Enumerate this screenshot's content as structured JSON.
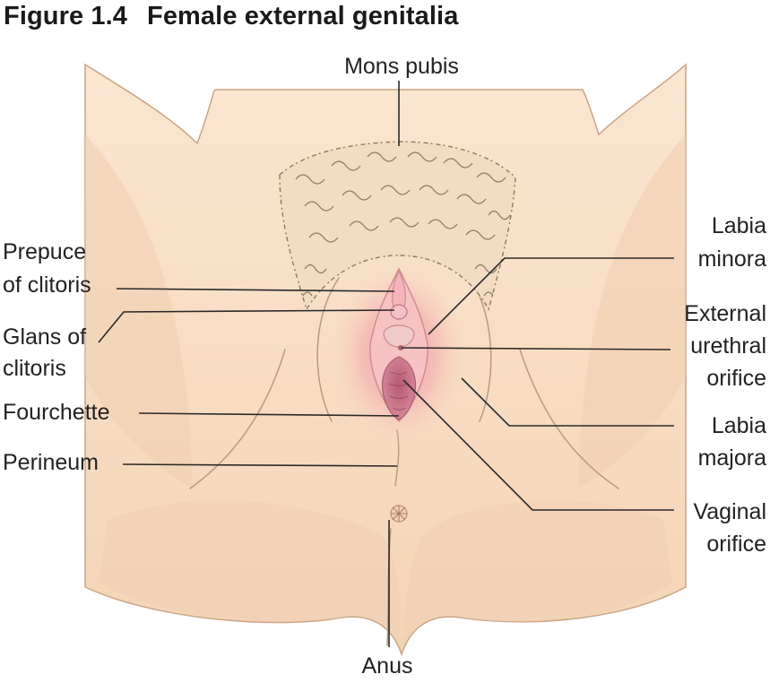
{
  "figure": {
    "number": "Figure 1.4",
    "title": "Female external genitalia"
  },
  "labels": {
    "mons_pubis": "Mons pubis",
    "prepuce_line1": "Prepuce",
    "prepuce_line2": "of clitoris",
    "glans_line1": "Glans of",
    "glans_line2": "clitoris",
    "fourchette": "Fourchette",
    "perineum": "Perineum",
    "labia_minora_line1": "Labia",
    "labia_minora_line2": "minora",
    "urethral_line1": "External",
    "urethral_line2": "urethral",
    "urethral_line3": "orifice",
    "labia_majora_line1": "Labia",
    "labia_majora_line2": "majora",
    "vaginal_line1": "Vaginal",
    "vaginal_line2": "orifice",
    "anus": "Anus"
  },
  "colors": {
    "skin": "#f6dcc3",
    "skin_shadow": "#eec7a6",
    "hair": "#8a7a5a",
    "vulva_pink": "#f2a5ae",
    "vaginal_orifice": "#c56a7f",
    "leader_line": "#2a2a2a"
  }
}
